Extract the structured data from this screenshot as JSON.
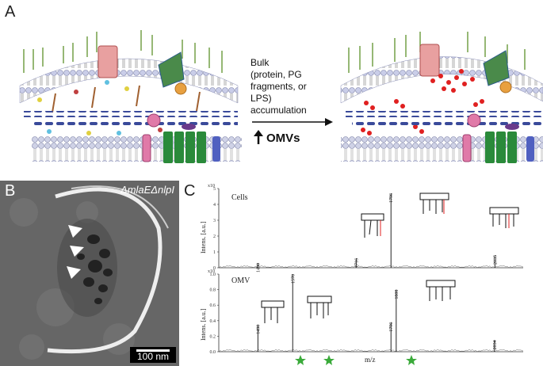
{
  "panels": {
    "a": "A",
    "b": "B",
    "c": "C"
  },
  "panel_a": {
    "arrow_text": "Bulk\n(protein, PG\nfragments, or\nLPS)\naccumulation",
    "omvs_label": "OMVs"
  },
  "panel_b": {
    "strain_label": "ΔmlaEΔnlpI",
    "scale_label": "100 nm"
  },
  "panel_c": {
    "x_label": "m/z",
    "y_label": "Intens. [a.u.]",
    "cells": {
      "title": "Cells",
      "exponent": "x10",
      "y_ticks": [
        "5",
        "4",
        "3",
        "2",
        "1",
        "0"
      ],
      "peaks": [
        {
          "label": "1490",
          "mz": 1490,
          "height": 0.3
        },
        {
          "label": "1716",
          "mz": 1716,
          "height": 0.6
        },
        {
          "label": "1796",
          "mz": 1796,
          "height": 4.7
        },
        {
          "label": "2035",
          "mz": 2035,
          "height": 0.8
        }
      ]
    },
    "omv": {
      "title": "OMV",
      "exponent": "x10",
      "y_ticks": [
        "1.0",
        "0.8",
        "0.6",
        "0.4",
        "0.2",
        "0.0"
      ],
      "peaks": [
        {
          "label": "1490",
          "mz": 1490,
          "height": 0.35
        },
        {
          "label": "1570",
          "mz": 1570,
          "height": 1.0
        },
        {
          "label": "1796",
          "mz": 1796,
          "height": 0.38
        },
        {
          "label": "1808",
          "mz": 1808,
          "height": 0.8
        },
        {
          "label": "2034",
          "mz": 2034,
          "height": 0.15
        }
      ]
    }
  }
}
